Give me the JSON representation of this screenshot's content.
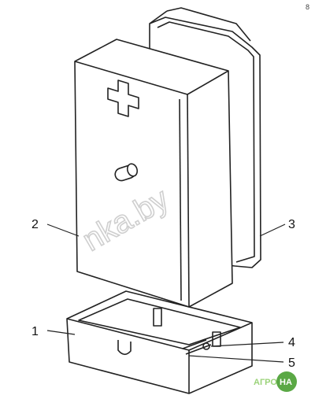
{
  "diagram": {
    "callouts": [
      {
        "id": "1",
        "label": "1"
      },
      {
        "id": "2",
        "label": "2"
      },
      {
        "id": "3",
        "label": "3"
      },
      {
        "id": "4",
        "label": "4"
      },
      {
        "id": "5",
        "label": "5"
      }
    ],
    "watermark": "nka.by",
    "corner_mark": "8",
    "logo": {
      "left": "АГРО",
      "right": "НА"
    },
    "colors": {
      "line": "#222222",
      "watermark": "#cfcfcf",
      "logo_left": "#9bd37a",
      "logo_right": "#5aa845"
    }
  }
}
